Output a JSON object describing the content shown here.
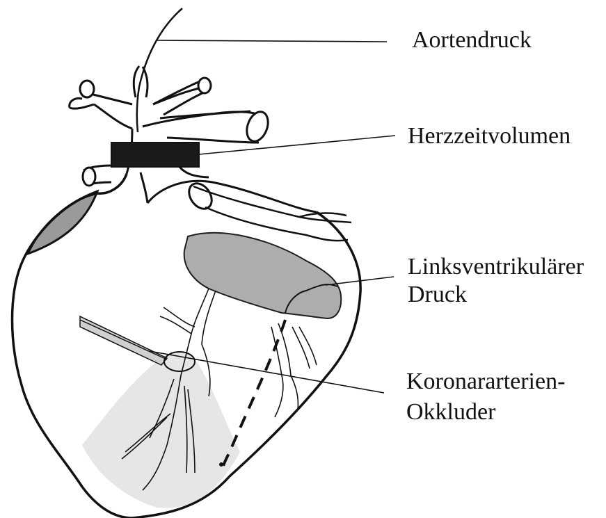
{
  "labels": {
    "aortic_pressure": "Aortendruck",
    "cardiac_output": "Herzzeitvolumen",
    "lv_pressure_line1": "Linksventrikulärer",
    "lv_pressure_line2": "Druck",
    "occluder_line1": "Koronararterien-",
    "occluder_line2": "Okkluder"
  },
  "colors": {
    "outline": "#111111",
    "shaded_region": "#a9a9a9",
    "light_region": "#e6e6e6",
    "flow_probe": "#1a1a1a"
  }
}
